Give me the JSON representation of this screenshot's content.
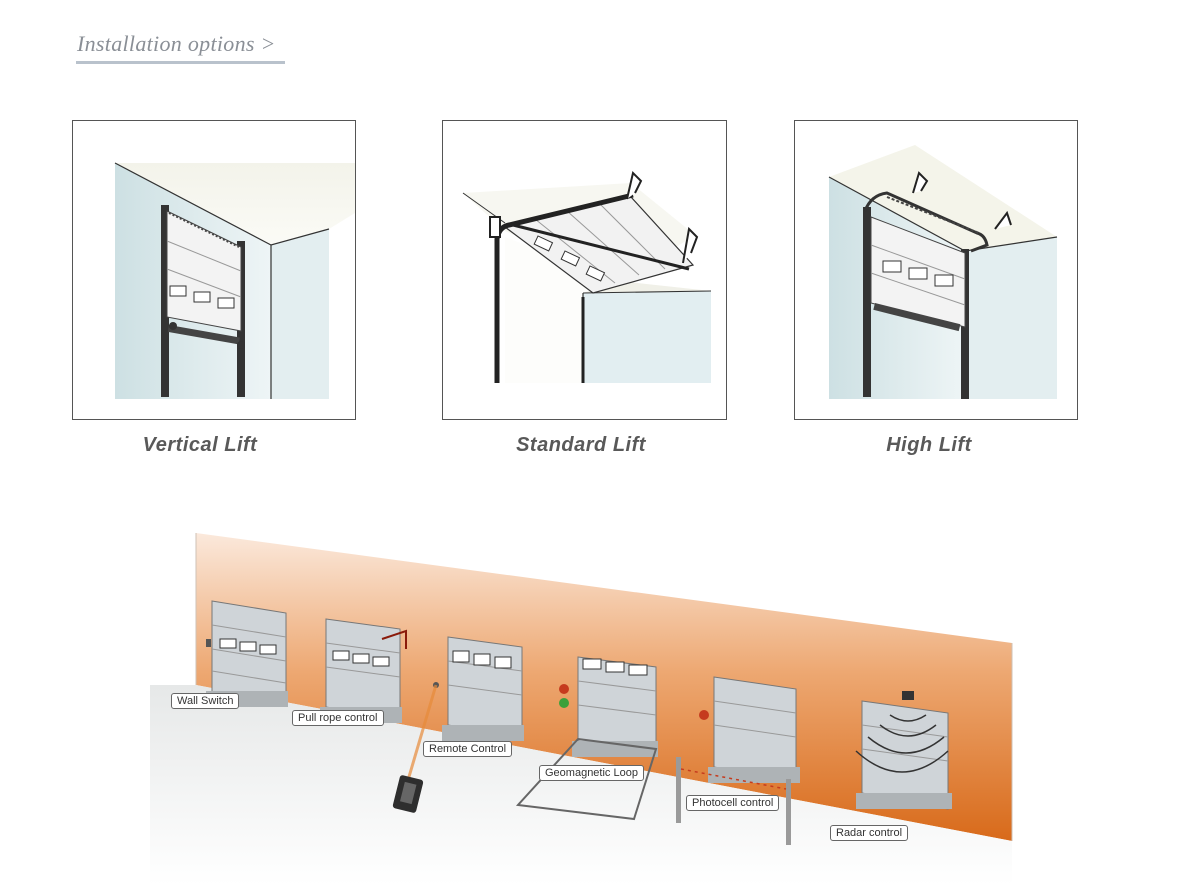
{
  "header": {
    "title": "Installation options >"
  },
  "lift_types": [
    {
      "label": "Vertical Lift"
    },
    {
      "label": "Standard Lift"
    },
    {
      "label": "High Lift"
    }
  ],
  "control_scene": {
    "labels": {
      "wall_switch": "Wall Switch",
      "pull_rope": "Pull rope control",
      "remote": "Remote Control",
      "loop": "Geomagnetic Loop",
      "photocell": "Photocell control",
      "radar": "Radar control"
    }
  },
  "colors": {
    "wall_orange": "#d86a1a",
    "caption_gray": "#595959",
    "heading_gray": "#8a8f96"
  }
}
